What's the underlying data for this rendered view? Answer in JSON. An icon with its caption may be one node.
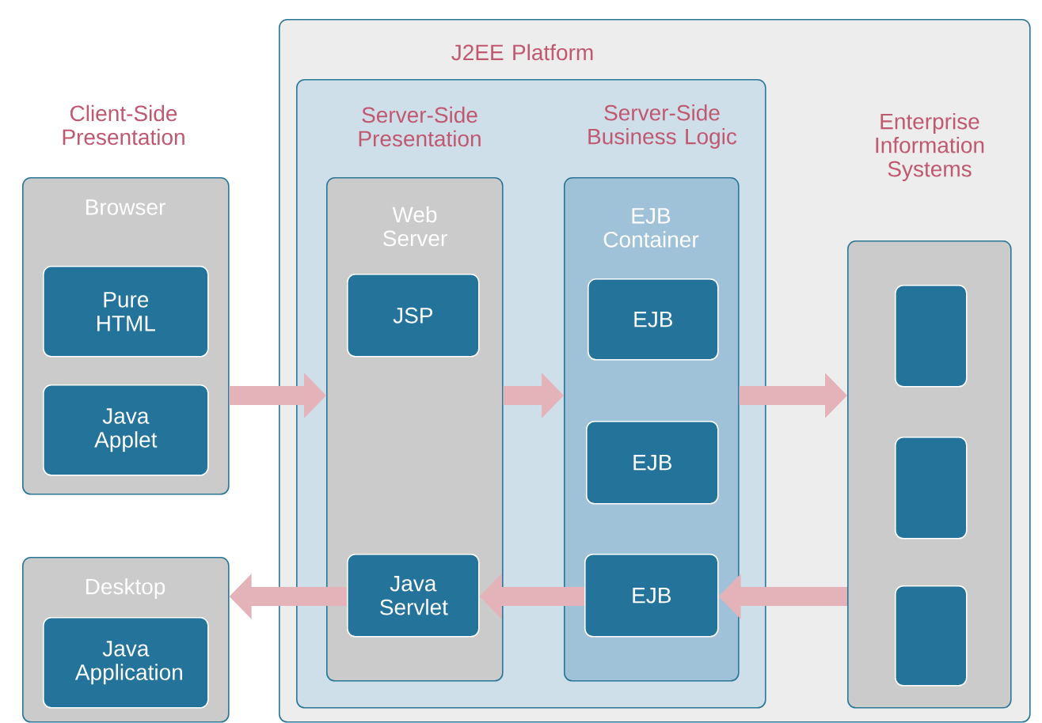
{
  "diagram": {
    "nodes": [
      {
        "text": [
          "Browser"
        ]
      },
      {
        "text": [
          "Pure HTML"
        ],
        "in": 0
      },
      {
        "text": [
          "Java Applet"
        ],
        "in": 0
      },
      {
        "text": [
          "Desktop"
        ]
      },
      {
        "text": [
          "Java Application"
        ],
        "in": 3
      },
      {
        "text": [
          "J2EE Platform"
        ]
      },
      {
        "text": [
          "Server-Side Presentation",
          "Server-Side Business Logic"
        ],
        "in": 5
      },
      {
        "text": [
          "Web Server"
        ],
        "in": 6
      },
      {
        "text": [
          "JSP"
        ],
        "in": 7
      },
      {
        "text": [
          "Java Servlet"
        ],
        "in": 7
      },
      {
        "text": [
          "EJB Container"
        ],
        "in": 6
      },
      {
        "text": [
          "EJB"
        ],
        "in": 10
      },
      {
        "text": [
          "EJB"
        ],
        "in": 10
      },
      {
        "text": [
          "EJB"
        ],
        "in": 10
      },
      {
        "text": [
          "Enterprise Information Systems"
        ],
        "in": 5
      },
      {
        "text": [],
        "shape": "box",
        "in": 14
      },
      {
        "text": [],
        "shape": "box",
        "in": 14
      },
      {
        "text": [],
        "shape": "box",
        "in": 14
      }
    ],
    "edges": [
      {
        "from": 0,
        "to": 7,
        "arrow": "to"
      },
      {
        "from": 7,
        "to": 10,
        "arrow": "to"
      },
      {
        "from": 10,
        "to": 14,
        "arrow": "to"
      },
      {
        "from": 14,
        "to": 13,
        "arrow": "to"
      },
      {
        "from": 13,
        "to": 9,
        "arrow": "to"
      },
      {
        "from": 9,
        "to": 3,
        "arrow": "to"
      }
    ],
    "labels": [
      "Client-Side Presentation"
    ]
  }
}
